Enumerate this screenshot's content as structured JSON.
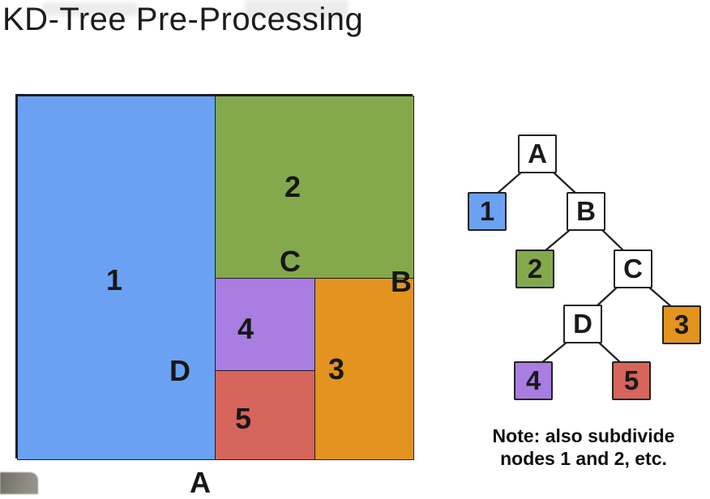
{
  "title": "KD-Tree Pre-Processing",
  "colors": {
    "blue": "#6BA1F2",
    "green": "#83A94C",
    "purple": "#A97DE1",
    "red": "#D6655B",
    "orange": "#E2941F",
    "outline": "#1E1E1E",
    "node_fill": "#FFFFFF"
  },
  "partition": {
    "regions": [
      {
        "label": "1",
        "color": "#6BA1F2"
      },
      {
        "label": "2",
        "color": "#83A94C"
      },
      {
        "label": "4",
        "color": "#A97DE1"
      },
      {
        "label": "5",
        "color": "#D6655B"
      },
      {
        "label": "3",
        "color": "#E2941F"
      }
    ],
    "split_labels": {
      "a": "A",
      "b": "B",
      "c": "C",
      "d": "D"
    }
  },
  "tree": {
    "nodes": [
      {
        "id": "A",
        "label": "A",
        "fill": "#FFFFFF"
      },
      {
        "id": "1",
        "label": "1",
        "fill": "#6BA1F2"
      },
      {
        "id": "B",
        "label": "B",
        "fill": "#FFFFFF"
      },
      {
        "id": "2",
        "label": "2",
        "fill": "#83A94C"
      },
      {
        "id": "C",
        "label": "C",
        "fill": "#FFFFFF"
      },
      {
        "id": "D",
        "label": "D",
        "fill": "#FFFFFF"
      },
      {
        "id": "3",
        "label": "3",
        "fill": "#E2941F"
      },
      {
        "id": "4",
        "label": "4",
        "fill": "#A97DE1"
      },
      {
        "id": "5",
        "label": "5",
        "fill": "#D6655B"
      }
    ]
  },
  "note": {
    "line1": "Note: also subdivide",
    "line2": "nodes 1 and 2, etc."
  }
}
